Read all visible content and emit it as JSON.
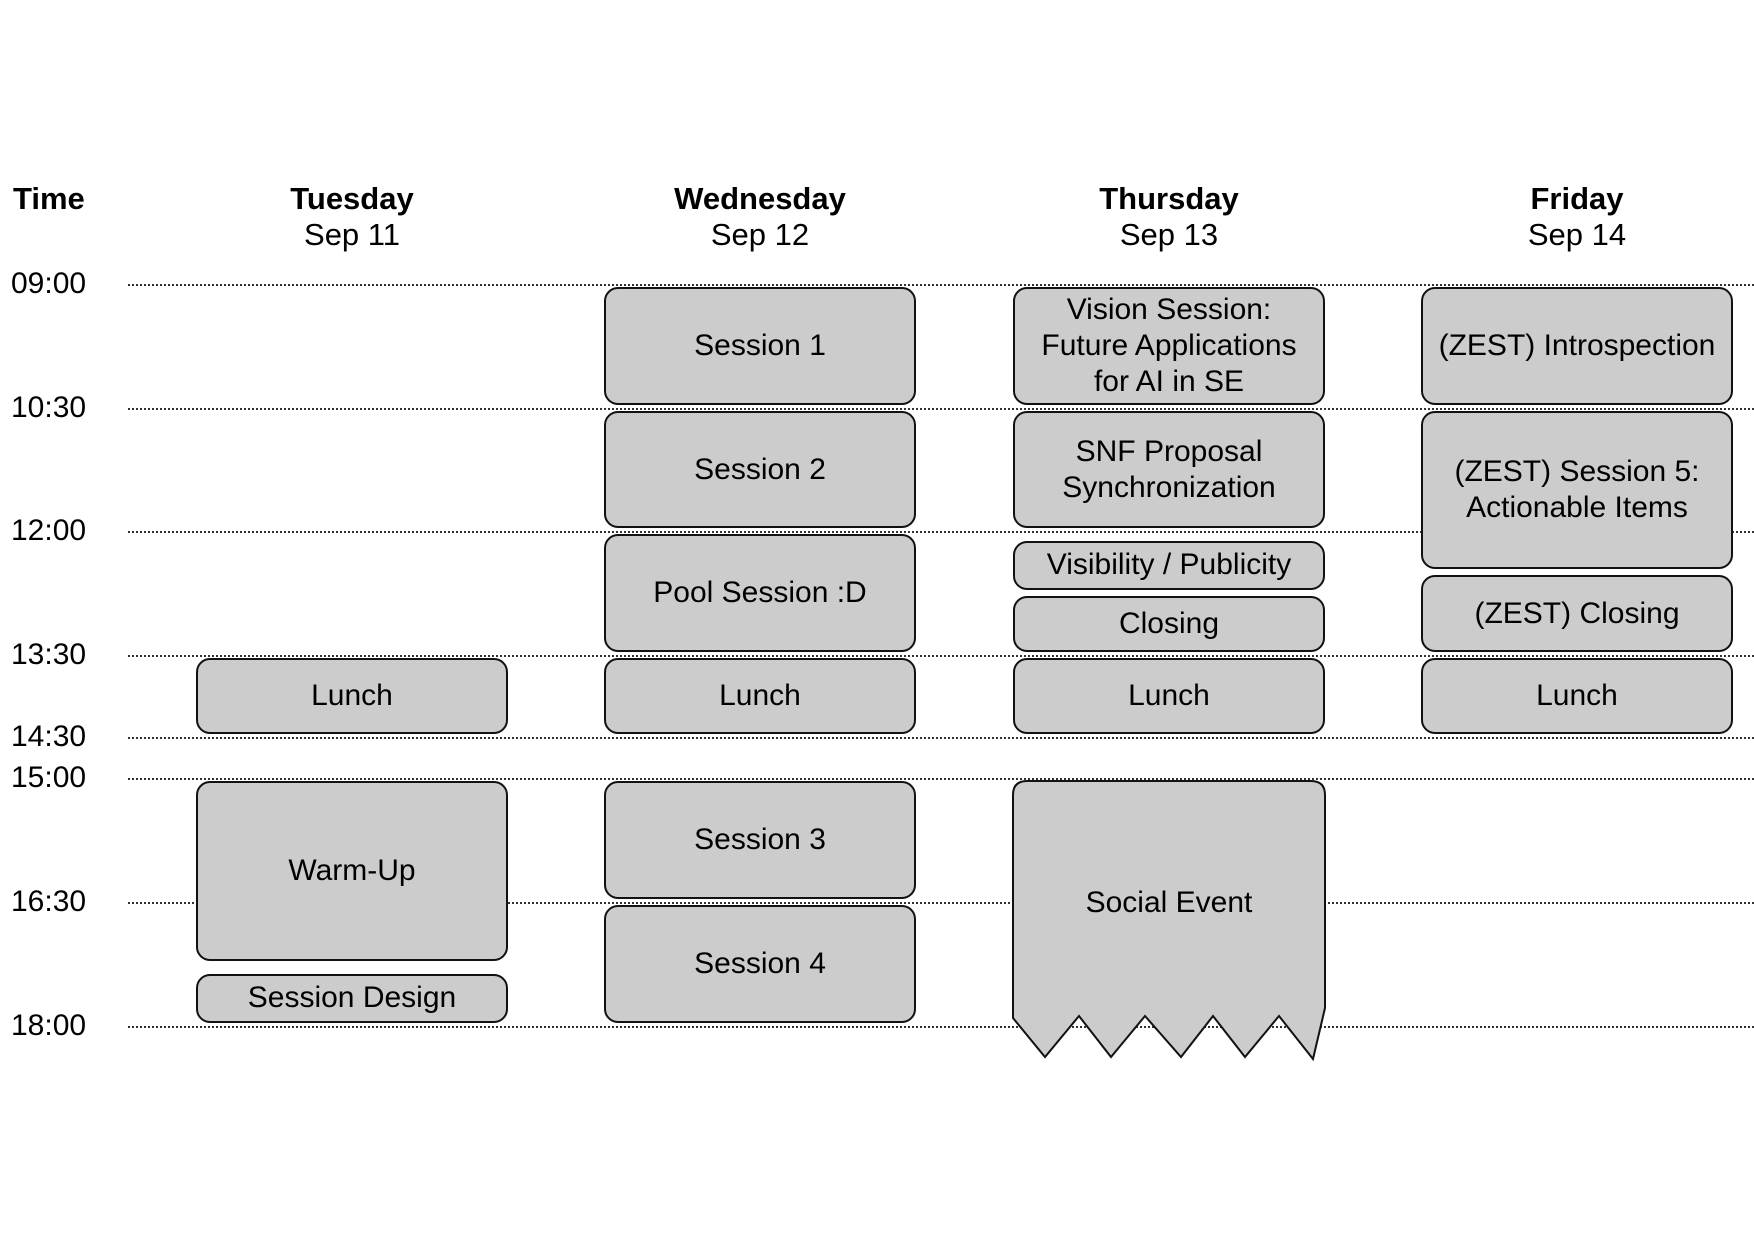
{
  "time_header": "Time",
  "days": [
    {
      "day": "Tuesday",
      "date": "Sep 11"
    },
    {
      "day": "Wednesday",
      "date": "Sep 12"
    },
    {
      "day": "Thursday",
      "date": "Sep 13"
    },
    {
      "day": "Friday",
      "date": "Sep 14"
    }
  ],
  "time_labels": [
    "09:00",
    "10:30",
    "12:00",
    "13:30",
    "14:30",
    "15:00",
    "16:30",
    "18:00"
  ],
  "events": [
    {
      "day": 0,
      "title": [
        "Lunch"
      ],
      "start": "13:30",
      "end": "14:30"
    },
    {
      "day": 0,
      "title": [
        "Warm-Up"
      ],
      "start": "15:00",
      "end": "17:15"
    },
    {
      "day": 0,
      "title": [
        "Session Design"
      ],
      "start": "17:20",
      "end": "18:00"
    },
    {
      "day": 1,
      "title": [
        "Session 1"
      ],
      "start": "09:00",
      "end": "10:30"
    },
    {
      "day": 1,
      "title": [
        "Session 2"
      ],
      "start": "10:30",
      "end": "12:00"
    },
    {
      "day": 1,
      "title": [
        "Pool Session :D"
      ],
      "start": "12:00",
      "end": "13:30"
    },
    {
      "day": 1,
      "title": [
        "Lunch"
      ],
      "start": "13:30",
      "end": "14:30"
    },
    {
      "day": 1,
      "title": [
        "Session 3"
      ],
      "start": "15:00",
      "end": "16:30"
    },
    {
      "day": 1,
      "title": [
        "Session 4"
      ],
      "start": "16:30",
      "end": "18:00"
    },
    {
      "day": 2,
      "title": [
        "Vision Session:",
        "Future Applications",
        "for AI in SE"
      ],
      "start": "09:00",
      "end": "10:30"
    },
    {
      "day": 2,
      "title": [
        "SNF Proposal",
        "Synchronization"
      ],
      "start": "10:30",
      "end": "12:00"
    },
    {
      "day": 2,
      "title": [
        "Visibility / Publicity"
      ],
      "start": "12:05",
      "end": "12:45"
    },
    {
      "day": 2,
      "title": [
        "Closing"
      ],
      "start": "12:45",
      "end": "13:30"
    },
    {
      "day": 2,
      "title": [
        "Lunch"
      ],
      "start": "13:30",
      "end": "14:30"
    },
    {
      "day": 2,
      "title": [
        "Social Event"
      ],
      "start": "15:00",
      "end": "18:00",
      "open_ended": true
    },
    {
      "day": 3,
      "title": [
        "(ZEST) Introspection"
      ],
      "start": "09:00",
      "end": "10:30"
    },
    {
      "day": 3,
      "title": [
        "(ZEST) Session 5:",
        "Actionable Items"
      ],
      "start": "10:30",
      "end": "12:30"
    },
    {
      "day": 3,
      "title": [
        "(ZEST) Closing"
      ],
      "start": "12:30",
      "end": "13:30"
    },
    {
      "day": 3,
      "title": [
        "Lunch"
      ],
      "start": "13:30",
      "end": "14:30"
    }
  ],
  "colors": {
    "event_fill": "#cccccc",
    "event_border": "#111111",
    "grid_line": "#333333"
  }
}
